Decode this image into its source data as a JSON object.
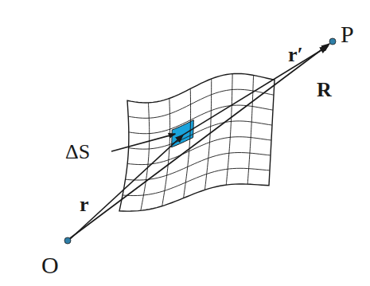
{
  "diagram": {
    "labels": [
      "P",
      "r′",
      "R",
      "ΔS",
      "r",
      "O"
    ]
  }
}
